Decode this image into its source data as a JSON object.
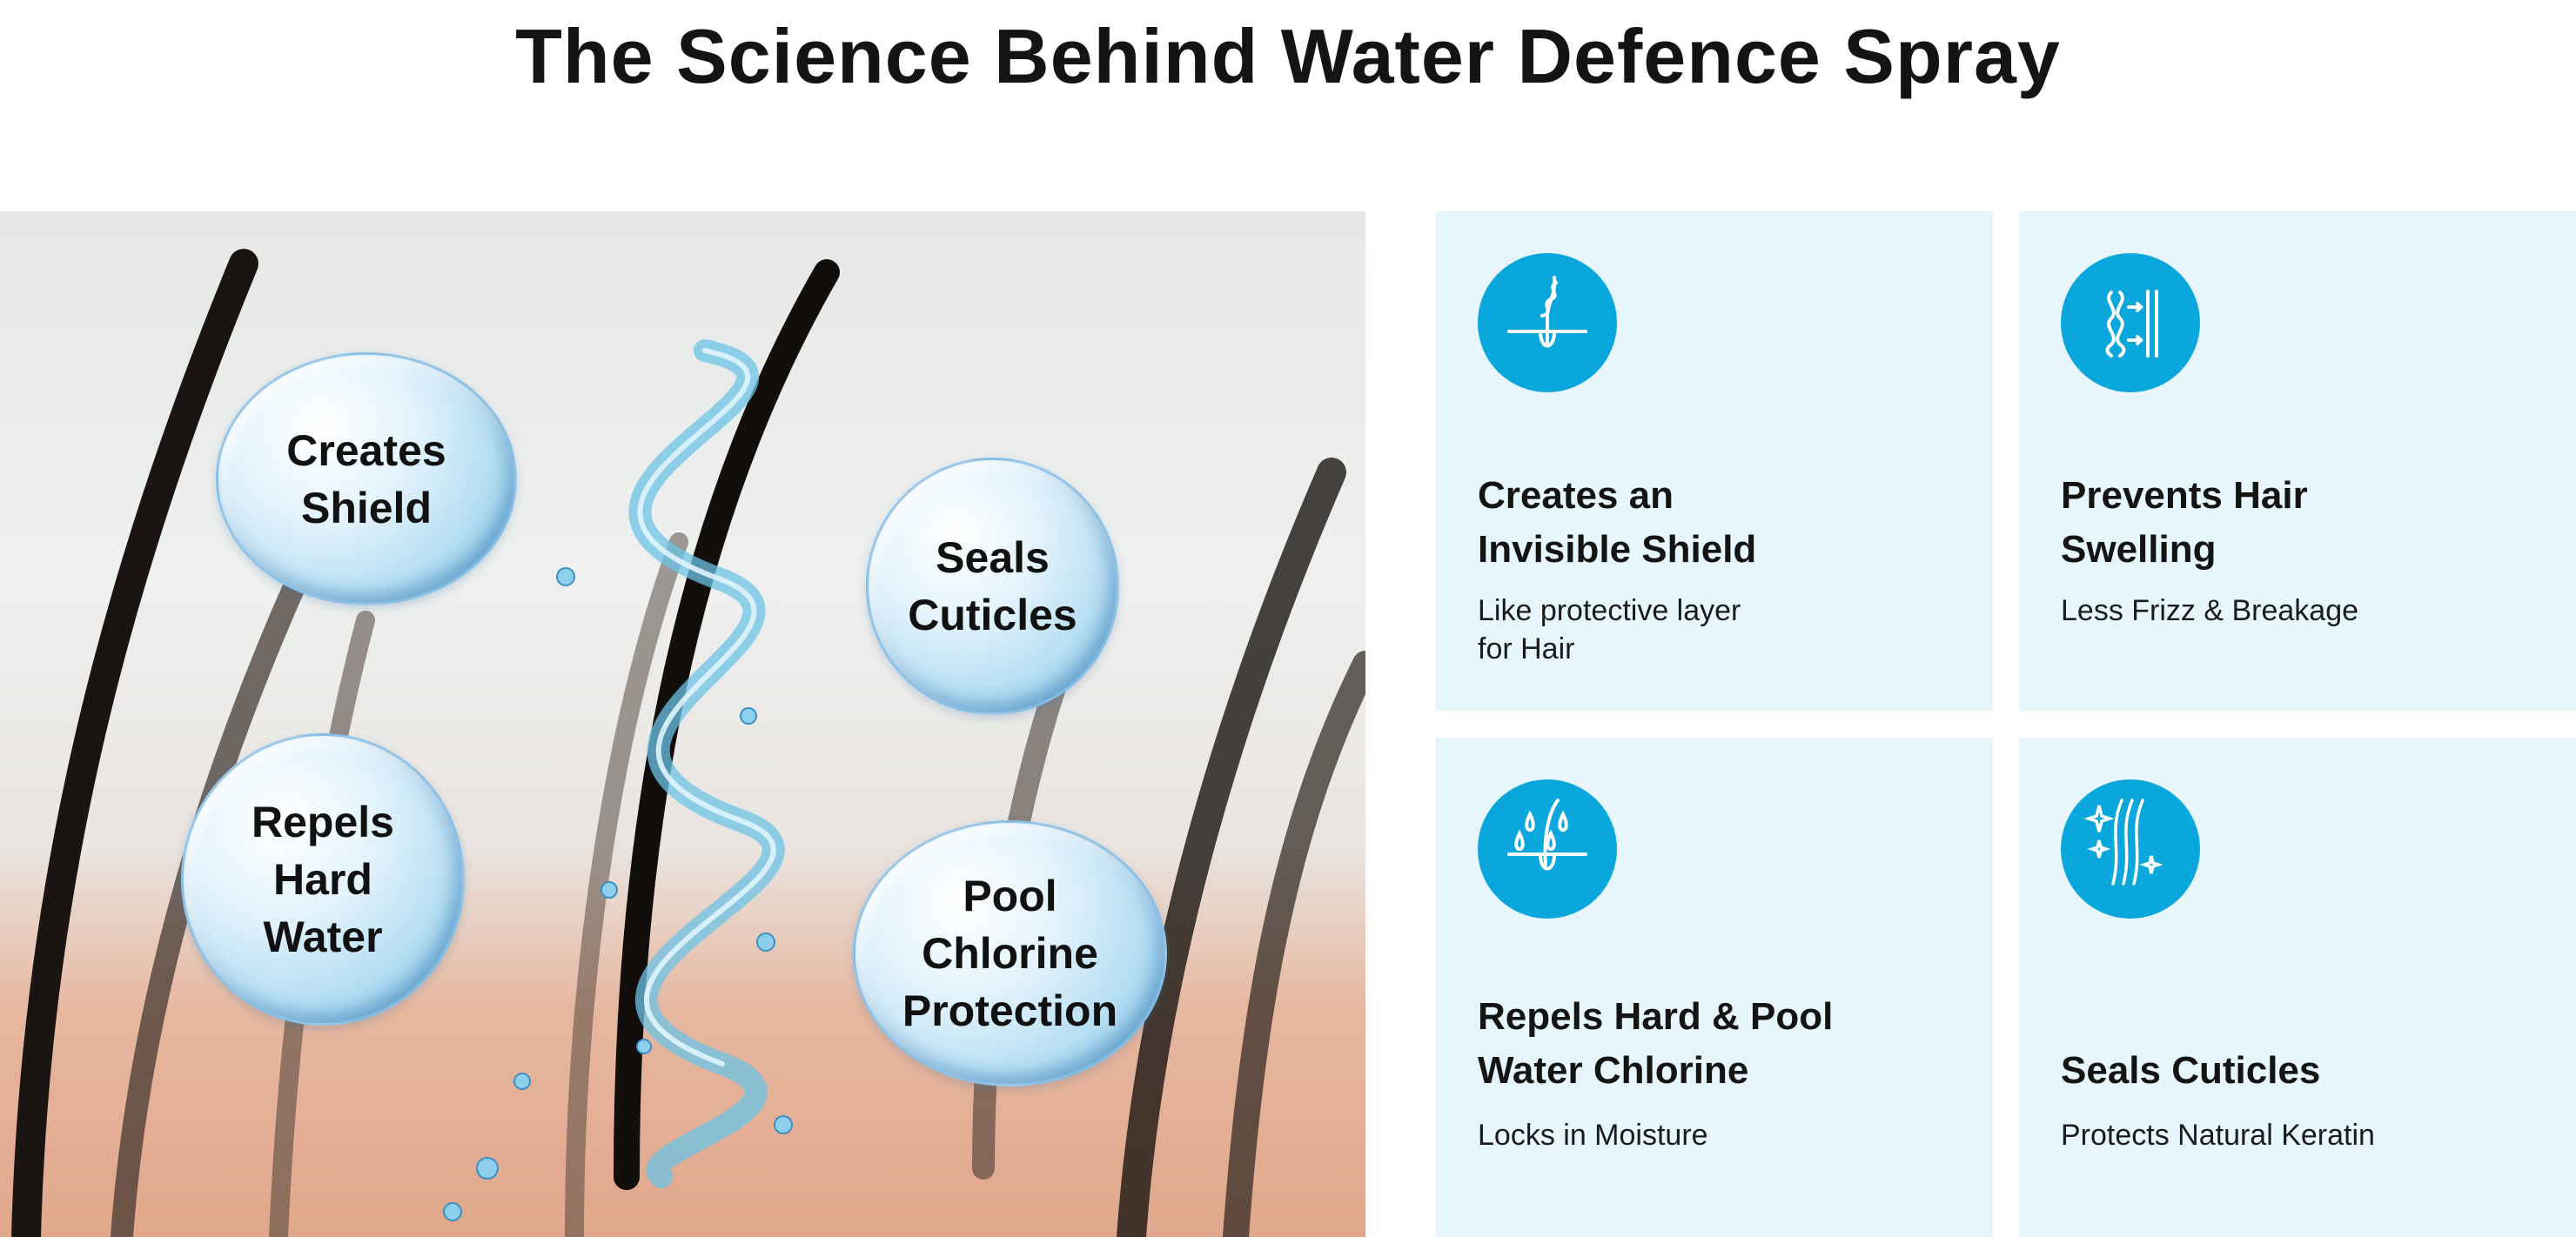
{
  "title": "The Science Behind Water Defence Spray",
  "hero": {
    "bubbles": [
      {
        "line1": "Creates",
        "line2": "Shield"
      },
      {
        "line1": "Seals",
        "line2": "Cuticles"
      },
      {
        "line1": "Repels",
        "line2": "Hard",
        "line3": "Water"
      },
      {
        "line1": "Pool",
        "line2": "Chlorine",
        "line3": "Protection"
      }
    ]
  },
  "cards": [
    {
      "icon": "hair-shield-icon",
      "title1": "Creates an",
      "title2": "Invisible Shield",
      "sub1": "Like protective layer",
      "sub2": "for Hair"
    },
    {
      "icon": "hair-swelling-icon",
      "title1": "Prevents Hair",
      "title2": "Swelling",
      "sub1": "Less Frizz & Breakage"
    },
    {
      "icon": "water-drops-hair-icon",
      "title1": "Repels Hard & Pool",
      "title2": "Water Chlorine",
      "sub1": "Locks in Moisture"
    },
    {
      "icon": "sparkle-hair-icon",
      "title1": "Seals Cuticles",
      "sub1": "Protects Natural Keratin"
    }
  ],
  "colors": {
    "accent": "#0aa7dd",
    "card_bg": "#e7f5fc"
  }
}
